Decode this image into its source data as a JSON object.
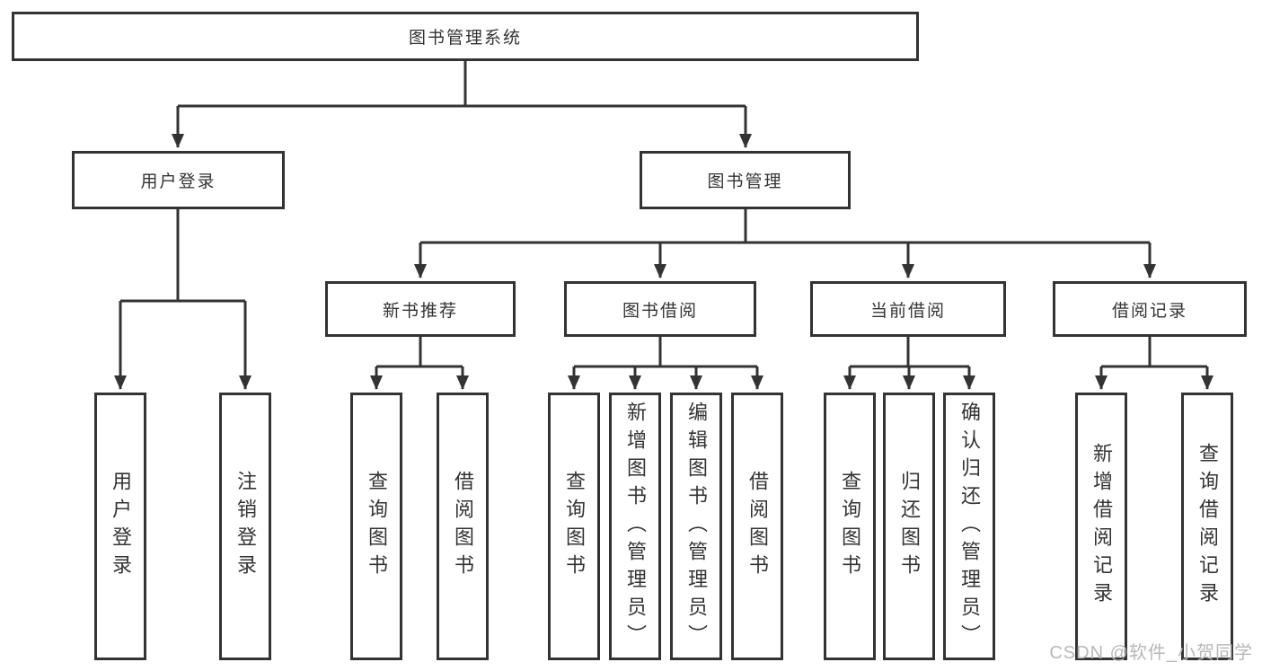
{
  "diagram_type": "hierarchy-tree",
  "tree": {
    "root": {
      "label": "图书管理系统",
      "children": [
        {
          "label": "用户登录",
          "children": [
            {
              "label": "用户登录"
            },
            {
              "label": "注销登录"
            }
          ]
        },
        {
          "label": "图书管理",
          "children": [
            {
              "label": "新书推荐",
              "children": [
                {
                  "label": "查询图书"
                },
                {
                  "label": "借阅图书"
                }
              ]
            },
            {
              "label": "图书借阅",
              "children": [
                {
                  "label": "查询图书"
                },
                {
                  "label": "新增图书（管理员）"
                },
                {
                  "label": "编辑图书（管理员）"
                },
                {
                  "label": "借阅图书"
                }
              ]
            },
            {
              "label": "当前借阅",
              "children": [
                {
                  "label": "查询图书"
                },
                {
                  "label": "归还图书"
                },
                {
                  "label": "确认归还（管理员）"
                }
              ]
            },
            {
              "label": "借阅记录",
              "children": [
                {
                  "label": "新增借阅记录"
                },
                {
                  "label": "查询借阅记录"
                }
              ]
            }
          ]
        }
      ]
    }
  },
  "watermark": {
    "text": "CSDN @软件_小贺同学"
  },
  "colors": {
    "line": "#333333",
    "box_border": "#333333",
    "box_fill": "#ffffff",
    "text": "#333333",
    "watermark": "#b8b8b8",
    "background": "#ffffff"
  }
}
